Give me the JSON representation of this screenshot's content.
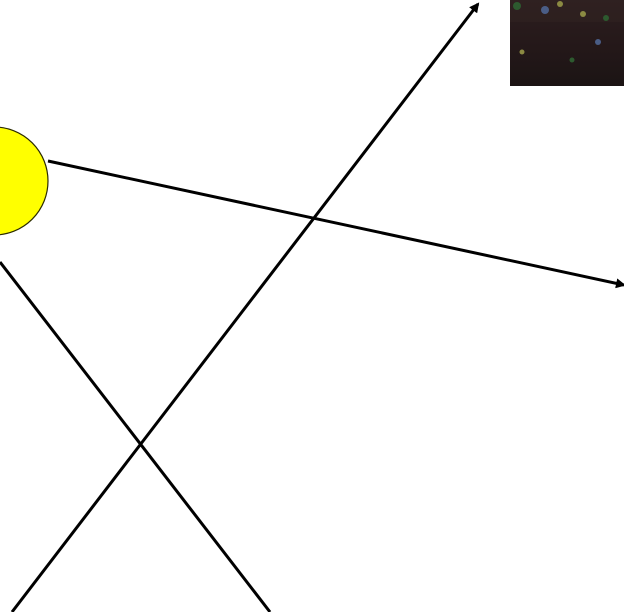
{
  "diagram": {
    "colors": {
      "background": "#ffffff",
      "sun_fill": "#ffff00",
      "sun_stroke": "#2b2b00",
      "arrow_stroke": "#000000",
      "photo_dark": "#1f1414",
      "photo_mid": "#342624",
      "photo_leaf_green": "#2d5a2f",
      "photo_leaf_blue": "#4a5d86",
      "photo_leaf_yellow": "#8b8a42"
    },
    "elements": [
      "sun-circle",
      "diagonal-up-arrow",
      "right-arrow",
      "crossing-line",
      "dark-photo-thumbnail"
    ]
  }
}
